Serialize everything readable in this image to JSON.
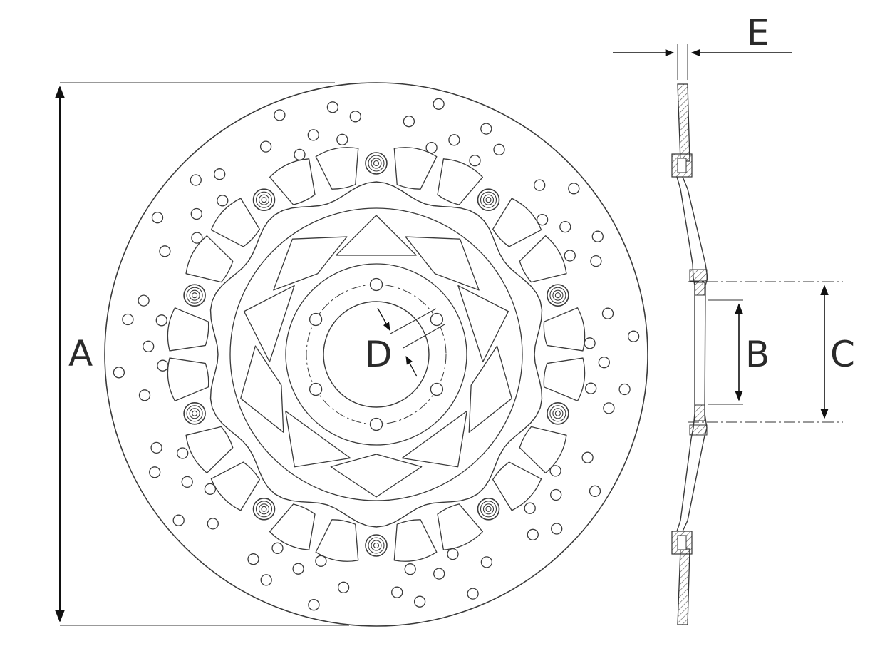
{
  "labels": {
    "a": "A",
    "b": "B",
    "c": "C",
    "d": "D",
    "e": "E"
  },
  "colors": {
    "ink": "#3a3a3a",
    "paper": "#ffffff",
    "hatch": "#555555"
  }
}
